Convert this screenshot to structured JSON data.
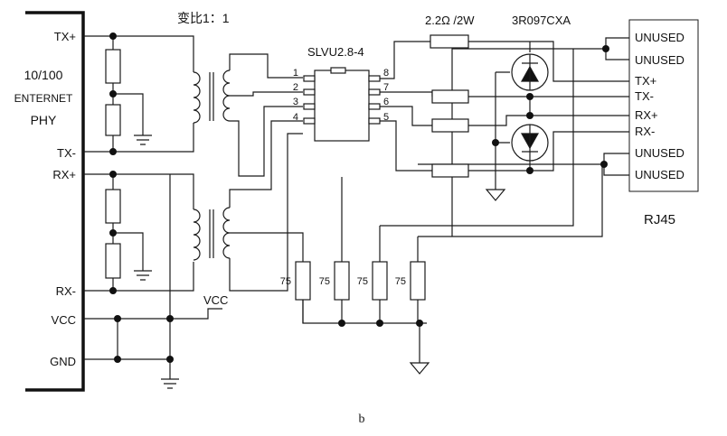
{
  "phy": {
    "lines": [
      "10/100",
      "ENTERNET",
      "PHY"
    ],
    "pins": [
      "TX+",
      "TX-",
      "RX+",
      "RX-",
      "VCC",
      "GND"
    ]
  },
  "transformer_label": "变比1：1",
  "ic": {
    "name": "SLVU2.8-4",
    "pins": [
      "1",
      "2",
      "3",
      "4",
      "8",
      "7",
      "6",
      "5"
    ]
  },
  "resistor_top_label": "2.2Ω /2W",
  "tvs_label": "3R097CXA",
  "rj45": {
    "name": "RJ45",
    "pins": [
      "UNUSED",
      "UNUSED",
      "TX+",
      "TX-",
      "RX+",
      "RX-",
      "UNUSED",
      "UNUSED"
    ]
  },
  "termination_resistors": [
    "75",
    "75",
    "75",
    "75"
  ],
  "vcc_label": "VCC",
  "caption": "b"
}
